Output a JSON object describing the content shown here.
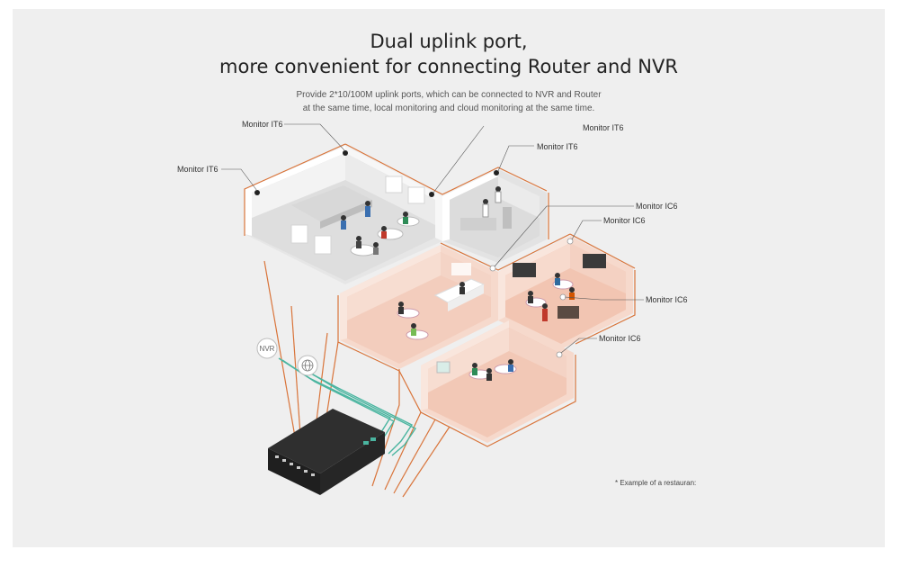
{
  "heading": {
    "line1": "Dual uplink port,",
    "line2": "more convenient for connecting Router and NVR"
  },
  "description": {
    "line1": "Provide 2*10/100M uplink ports, which can be connected to NVR and Router",
    "line2": "at the same time, local monitoring and cloud monitoring at the same time."
  },
  "monitors": [
    {
      "label": "Monitor IT6"
    },
    {
      "label": "Monitor IT6"
    },
    {
      "label": "Monitor IT6"
    },
    {
      "label": "Monitor IT6"
    },
    {
      "label": "Monitor IC6"
    },
    {
      "label": "Monitor IC6"
    },
    {
      "label": "Monitor IC6"
    },
    {
      "label": "Monitor IC6"
    }
  ],
  "nvr_badge": "NVR",
  "footnote": "* Example of a restauran:",
  "colors": {
    "background": "#efefef",
    "cable_orange": "#d9743a",
    "uplink_teal": "#4ab5a0",
    "wall_pink": "#f2c5b2",
    "floor_pink": "#f6d9cc",
    "switch_body": "#2b2b2b"
  }
}
